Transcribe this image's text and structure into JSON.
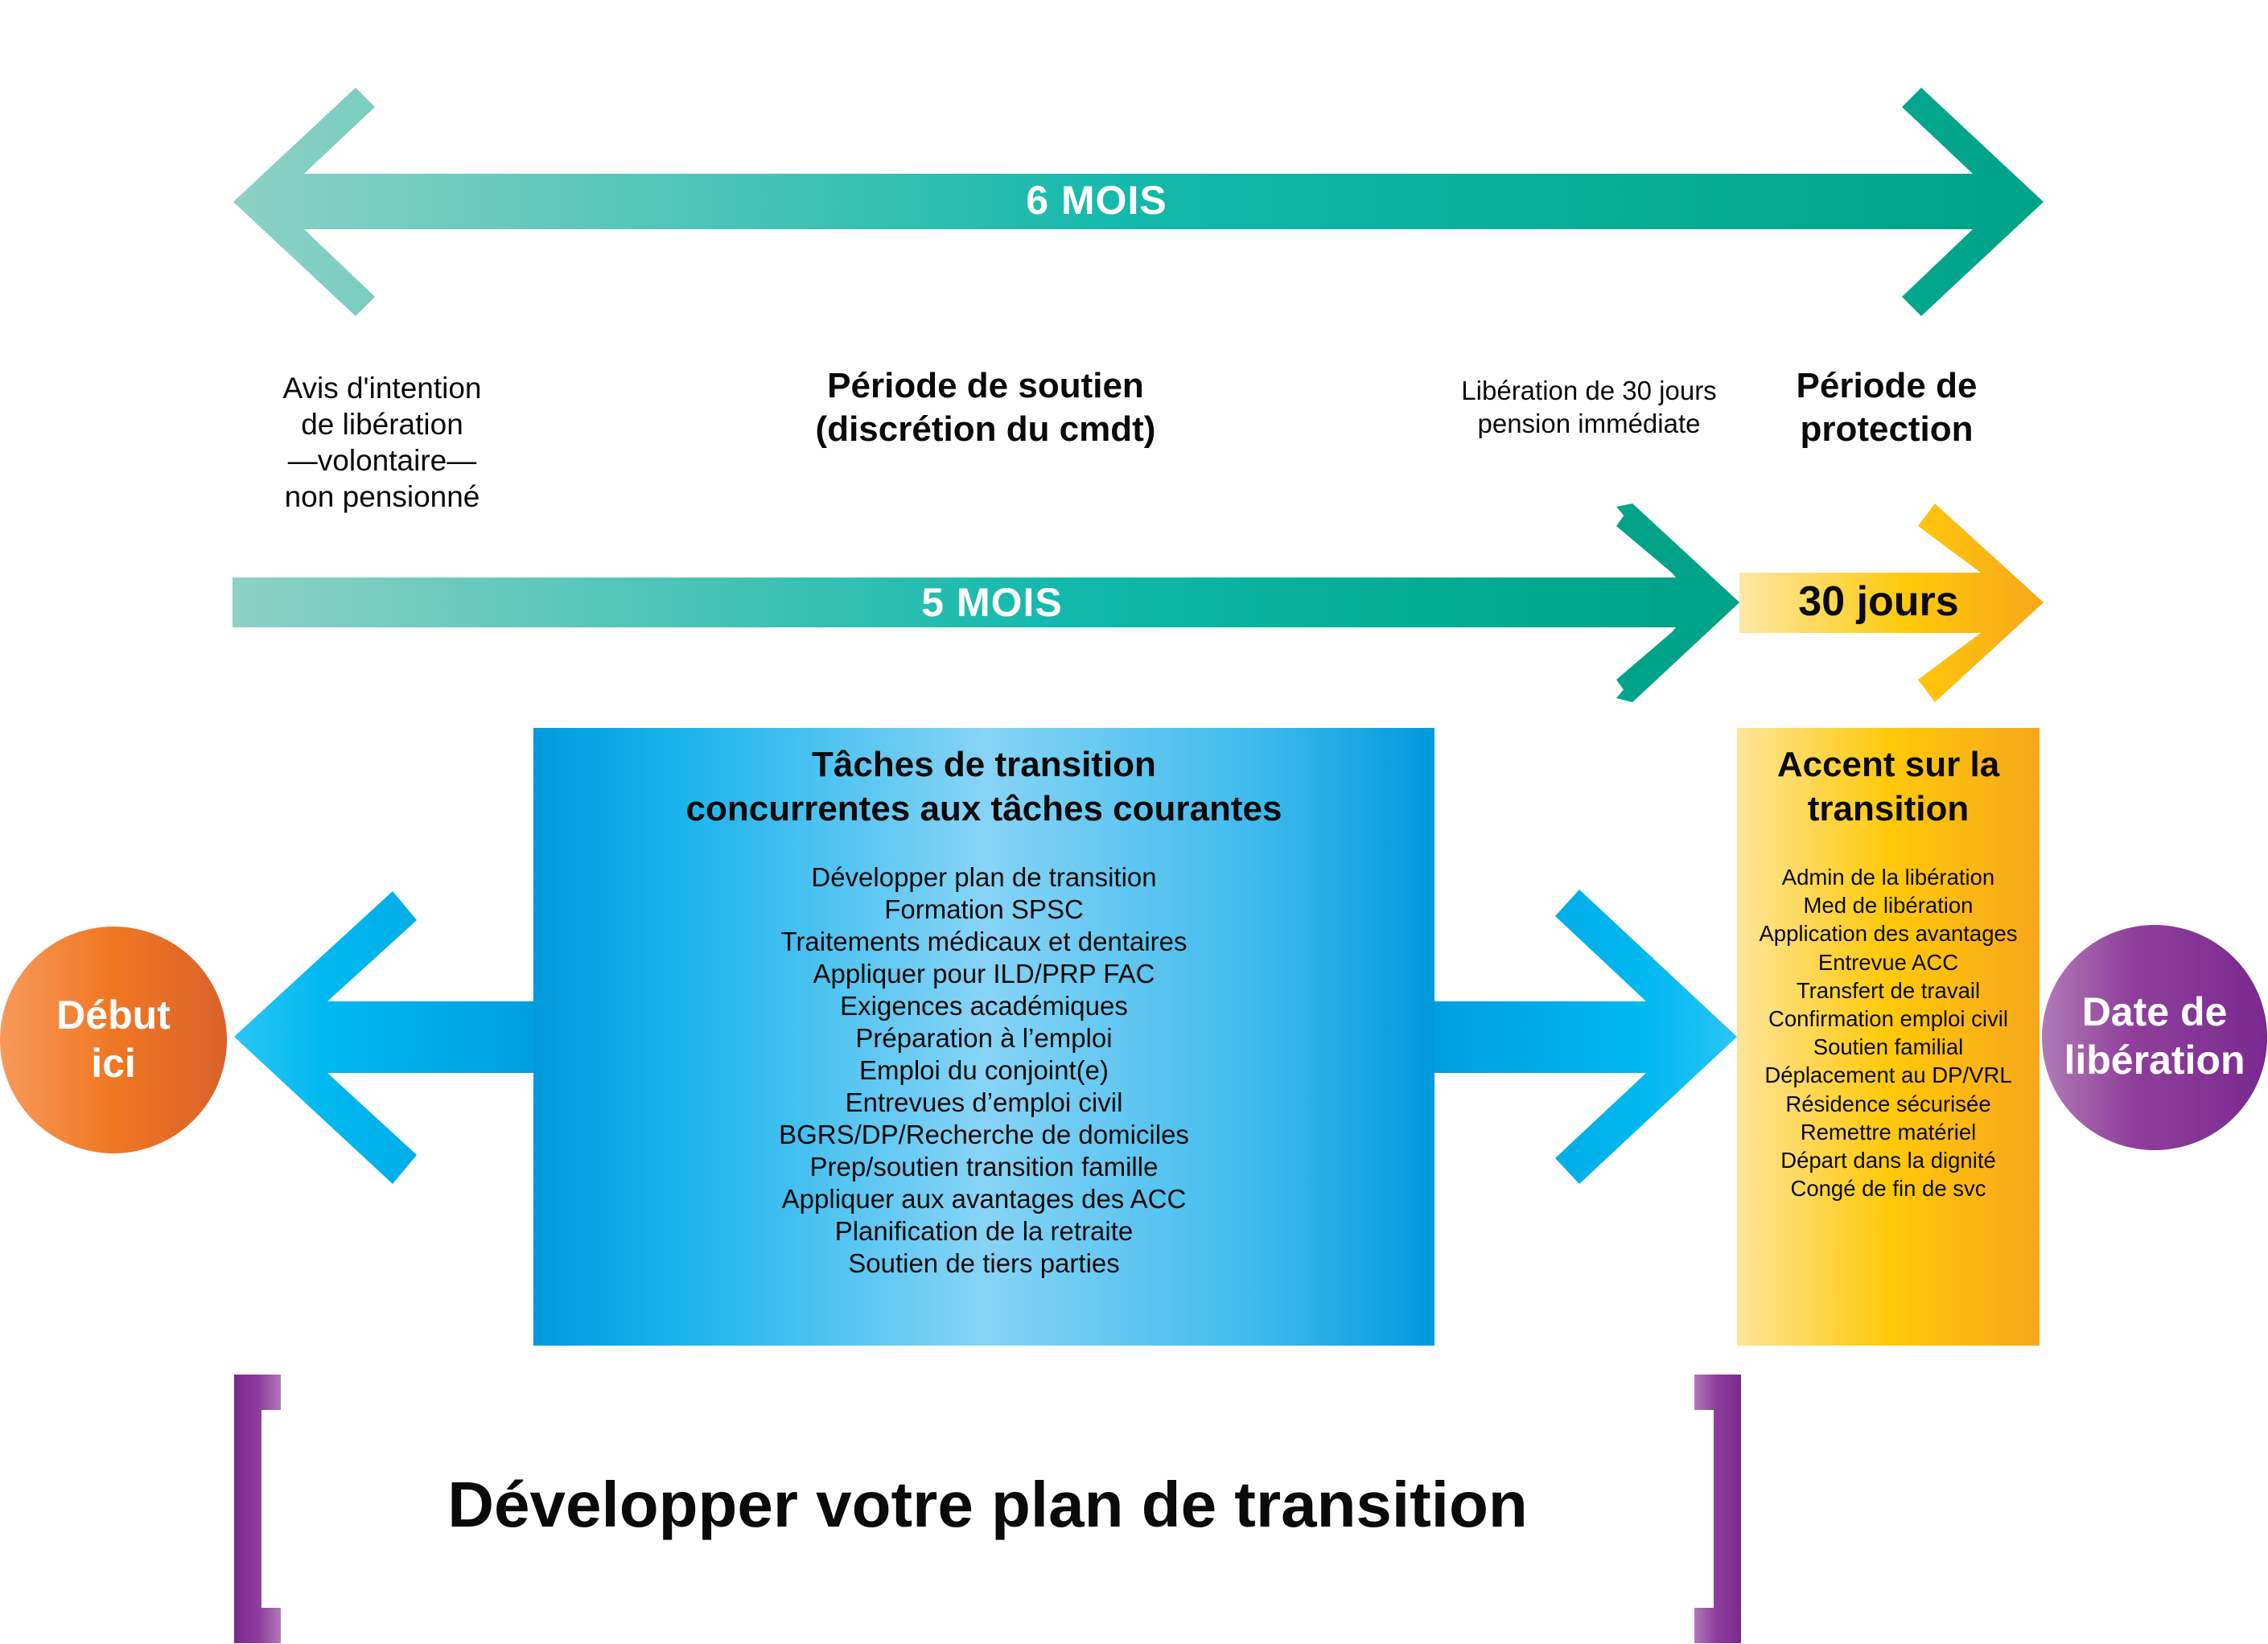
{
  "colors": {
    "teal_light": "#8dd1c4",
    "teal_mid": "#00b8a9",
    "teal_dark": "#00a387",
    "blue_dark": "#0099dd",
    "blue_light": "#87d4f5",
    "blue_arrow": "#00b5ef",
    "yellow_light": "#fde59a",
    "yellow_mid": "#ffc90a",
    "orange": "#f7a71b",
    "circle_orange_light": "#f79a5c",
    "circle_orange": "#f07722",
    "circle_orange_dark": "#d9622c",
    "purple_light": "#b07bb6",
    "purple": "#7a2a8f"
  },
  "top_arrow": {
    "label": "6 MOIS"
  },
  "phases": {
    "notice": {
      "lines": [
        "Avis d'intention",
        "de libération",
        "—volontaire—",
        "non pensionné"
      ]
    },
    "support": {
      "lines": [
        "Période de soutien",
        "(discrétion du cmdt)"
      ]
    },
    "release30": {
      "lines": [
        "Libération de 30 jours",
        "pension immédiate"
      ]
    },
    "protection": {
      "lines": [
        "Période de",
        "protection"
      ]
    }
  },
  "middle_arrow": {
    "label": "5 MOIS"
  },
  "short_arrow": {
    "label": "30 jours"
  },
  "start_circle": {
    "lines": [
      "Début",
      "ici"
    ]
  },
  "end_circle": {
    "lines": [
      "Date de",
      "libération"
    ]
  },
  "tasks_box": {
    "title_lines": [
      "Tâches de transition",
      "concurrentes aux tâches courantes"
    ],
    "items": [
      "Développer plan de transition",
      "Formation SPSC",
      "Traitements médicaux et dentaires",
      "Appliquer pour ILD/PRP FAC",
      "Exigences académiques",
      "Préparation à l’emploi",
      "Emploi du conjoint(e)",
      "Entrevues d’emploi civil",
      "BGRS/DP/Recherche de domiciles",
      "Prep/soutien transition famille",
      "Appliquer aux avantages des ACC",
      "Planification de la retraite",
      "Soutien de tiers parties"
    ]
  },
  "focus_box": {
    "title_lines": [
      "Accent sur la",
      "transition"
    ],
    "items": [
      "Admin de la libération",
      "Med de libération",
      "Application des avantages",
      "Entrevue ACC",
      "Transfert de travail",
      "Confirmation emploi civil",
      "Soutien familial",
      "Déplacement au DP/VRL",
      "Résidence sécurisée",
      "Remettre matériel",
      "Départ dans la dignité",
      "Congé de fin de svc"
    ]
  },
  "bottom": {
    "title": "Développer votre plan de transition"
  }
}
